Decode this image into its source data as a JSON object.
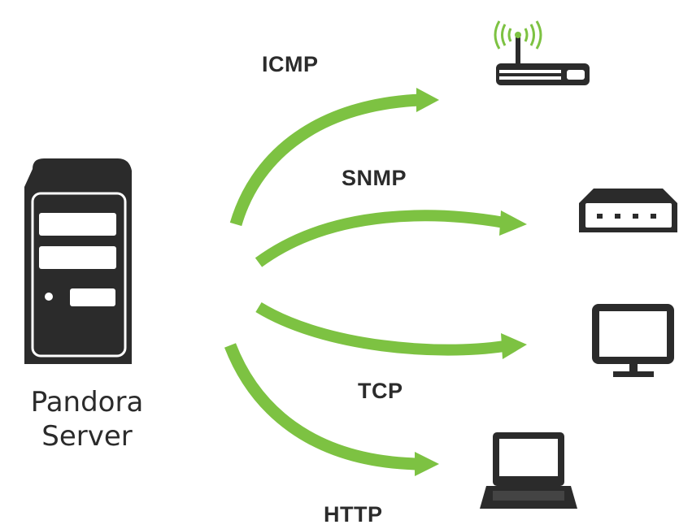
{
  "server": {
    "label_line1": "Pandora",
    "label_line2": "Server",
    "icon": "server-tower-icon"
  },
  "protocols": [
    {
      "label": "ICMP",
      "target_icon": "wifi-router-icon"
    },
    {
      "label": "SNMP",
      "target_icon": "network-switch-icon"
    },
    {
      "label": "TCP",
      "target_icon": "monitor-icon"
    },
    {
      "label": "HTTP",
      "target_icon": "laptop-icon"
    }
  ],
  "colors": {
    "arrow": "#7dc242",
    "icon": "#2b2b2b",
    "text": "#2b2b2b"
  }
}
